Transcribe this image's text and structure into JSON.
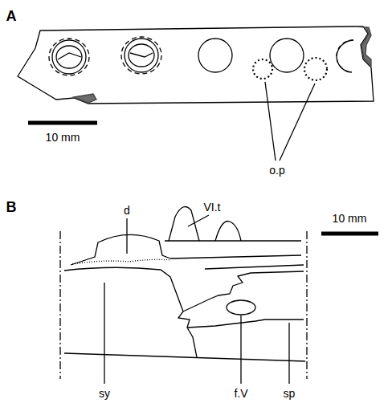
{
  "diagram": {
    "labels": [
      "A",
      "10 mm",
      "o.p",
      "B",
      "d",
      "VI.t",
      "10 mm",
      "sy",
      "f.V",
      "sp"
    ]
  }
}
